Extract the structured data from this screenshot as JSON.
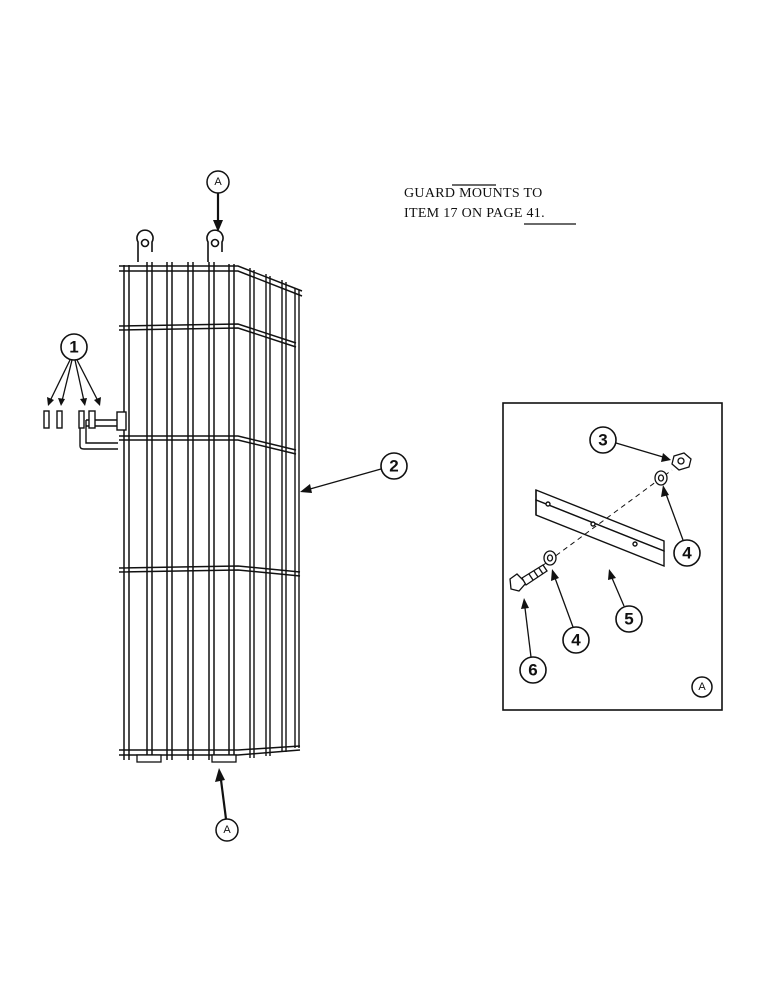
{
  "note": {
    "line1": "GUARD MOUNTS TO",
    "line2": "ITEM 17 ON PAGE 41."
  },
  "callouts": {
    "c1": "1",
    "c2": "2",
    "c3": "3",
    "c4a": "4",
    "c4b": "4",
    "c5": "5",
    "c6": "6"
  },
  "view_refs": {
    "top": "A",
    "bottom": "A",
    "inset": "A"
  }
}
